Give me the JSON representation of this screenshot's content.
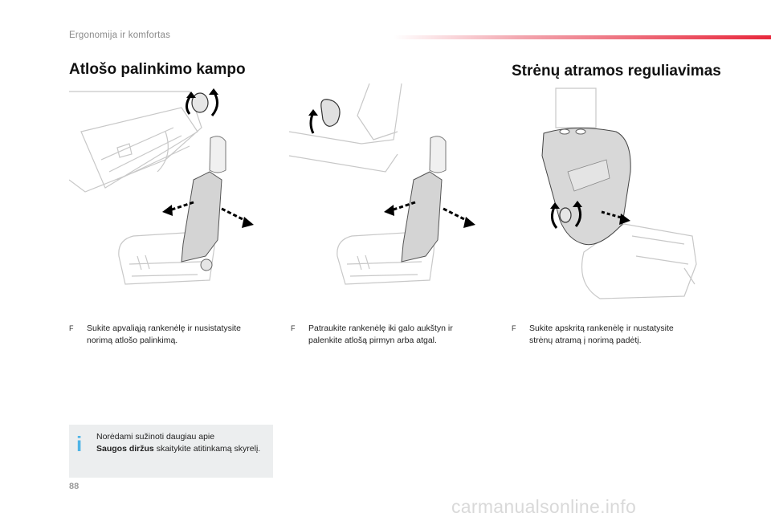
{
  "header": {
    "section": "Ergonomija ir komfortas"
  },
  "titles": {
    "left": "Atlošo palinkimo kampo",
    "right": "Strėnų atramos reguliavimas"
  },
  "steps": [
    {
      "bullet": "F",
      "text": "Sukite apvaliąją rankenėlę ir nusistatysite norimą atlošo palinkimą."
    },
    {
      "bullet": "F",
      "text": "Patraukite rankenėlę iki galo aukštyn ir palenkite atlošą pirmyn arba atgal."
    },
    {
      "bullet": "F",
      "text": "Sukite apskritą rankenėlę ir nustatysite strėnų atramą į norimą padėtį."
    }
  ],
  "info_box": {
    "icon": "info-icon",
    "text_before": "Norėdami sužinoti daugiau apie",
    "bold": "Saugos diržus",
    "text_after": "skaitykite atitinkamą skyrelį."
  },
  "footer": {
    "page_number": "88",
    "watermark": "carmanualsonline.info"
  },
  "colors": {
    "accent_red": "#e8283c",
    "info_blue": "#4fb4e6",
    "info_bg": "#eceeef"
  }
}
